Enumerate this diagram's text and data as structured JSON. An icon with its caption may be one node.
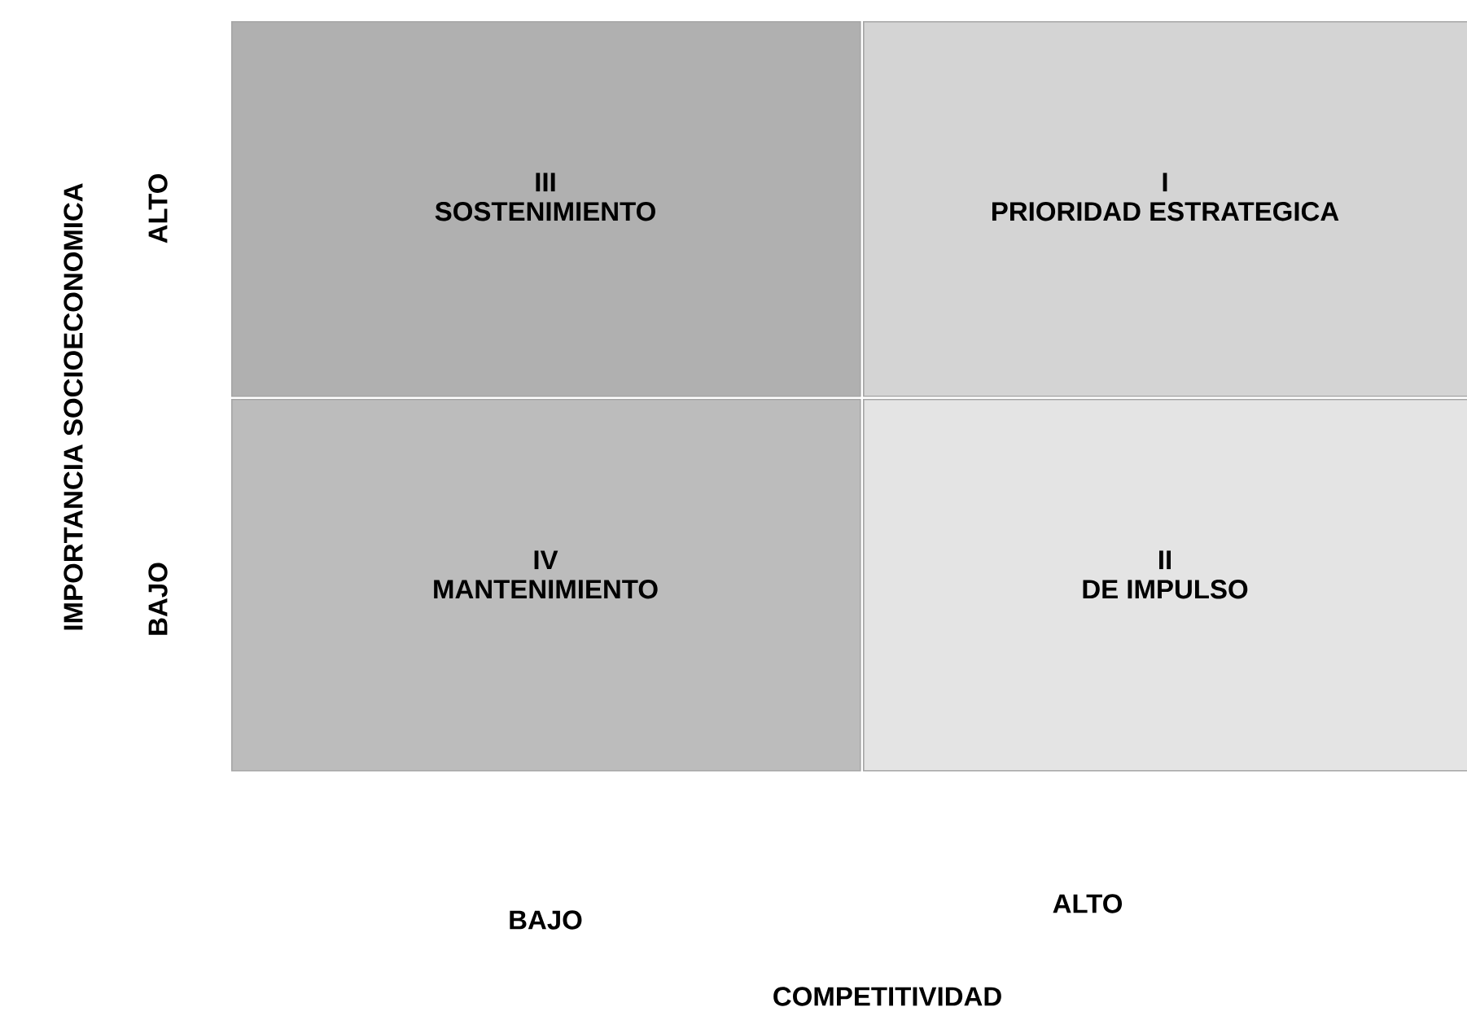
{
  "diagram": {
    "nodes": [
      {
        "text": [
          "III",
          "SOSTENIMIENTO"
        ]
      },
      {
        "text": [
          "I",
          "PRIORIDAD ESTRATEGICA"
        ]
      },
      {
        "text": [
          "IV",
          "MANTENIMIENTO"
        ]
      },
      {
        "text": [
          "II",
          "DE IMPULSO"
        ]
      }
    ],
    "labels": [
      "IMPORTANCIA SOCIOECONOMICA",
      "ALTO",
      "BAJO",
      "BAJO",
      "ALTO",
      "COMPETITIVIDAD"
    ]
  }
}
